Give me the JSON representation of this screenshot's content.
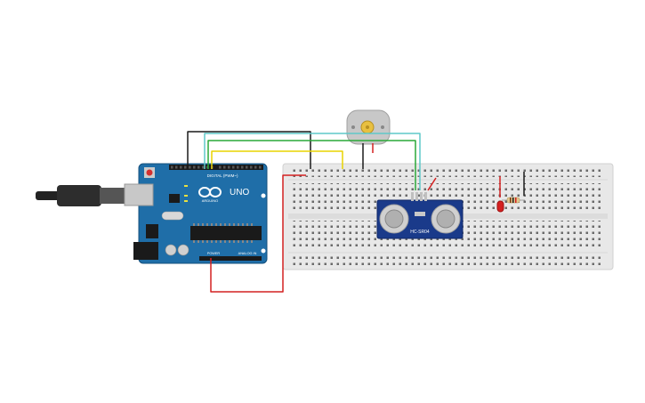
{
  "arduino": {
    "model_label": "UNO",
    "brand_label": "ARDUINO",
    "digital_header_label": "DIGITAL (PWM~)",
    "power_label": "POWER",
    "analog_label": "ANALOG IN",
    "board_color": "#1f6ea8"
  },
  "sensor": {
    "label": "HC-SR04",
    "board_color": "#1a3a8a"
  },
  "breadboard": {
    "color": "#e8e8e8"
  },
  "wire_colors": {
    "black": "#1a1a1a",
    "teal": "#5fc8c8",
    "green": "#2aa838",
    "yellow": "#e8d400",
    "red": "#d42020"
  },
  "led": {
    "color": "#d42020"
  },
  "motor": {
    "color": "#c8c8c8",
    "hub_color": "#e8c040"
  }
}
